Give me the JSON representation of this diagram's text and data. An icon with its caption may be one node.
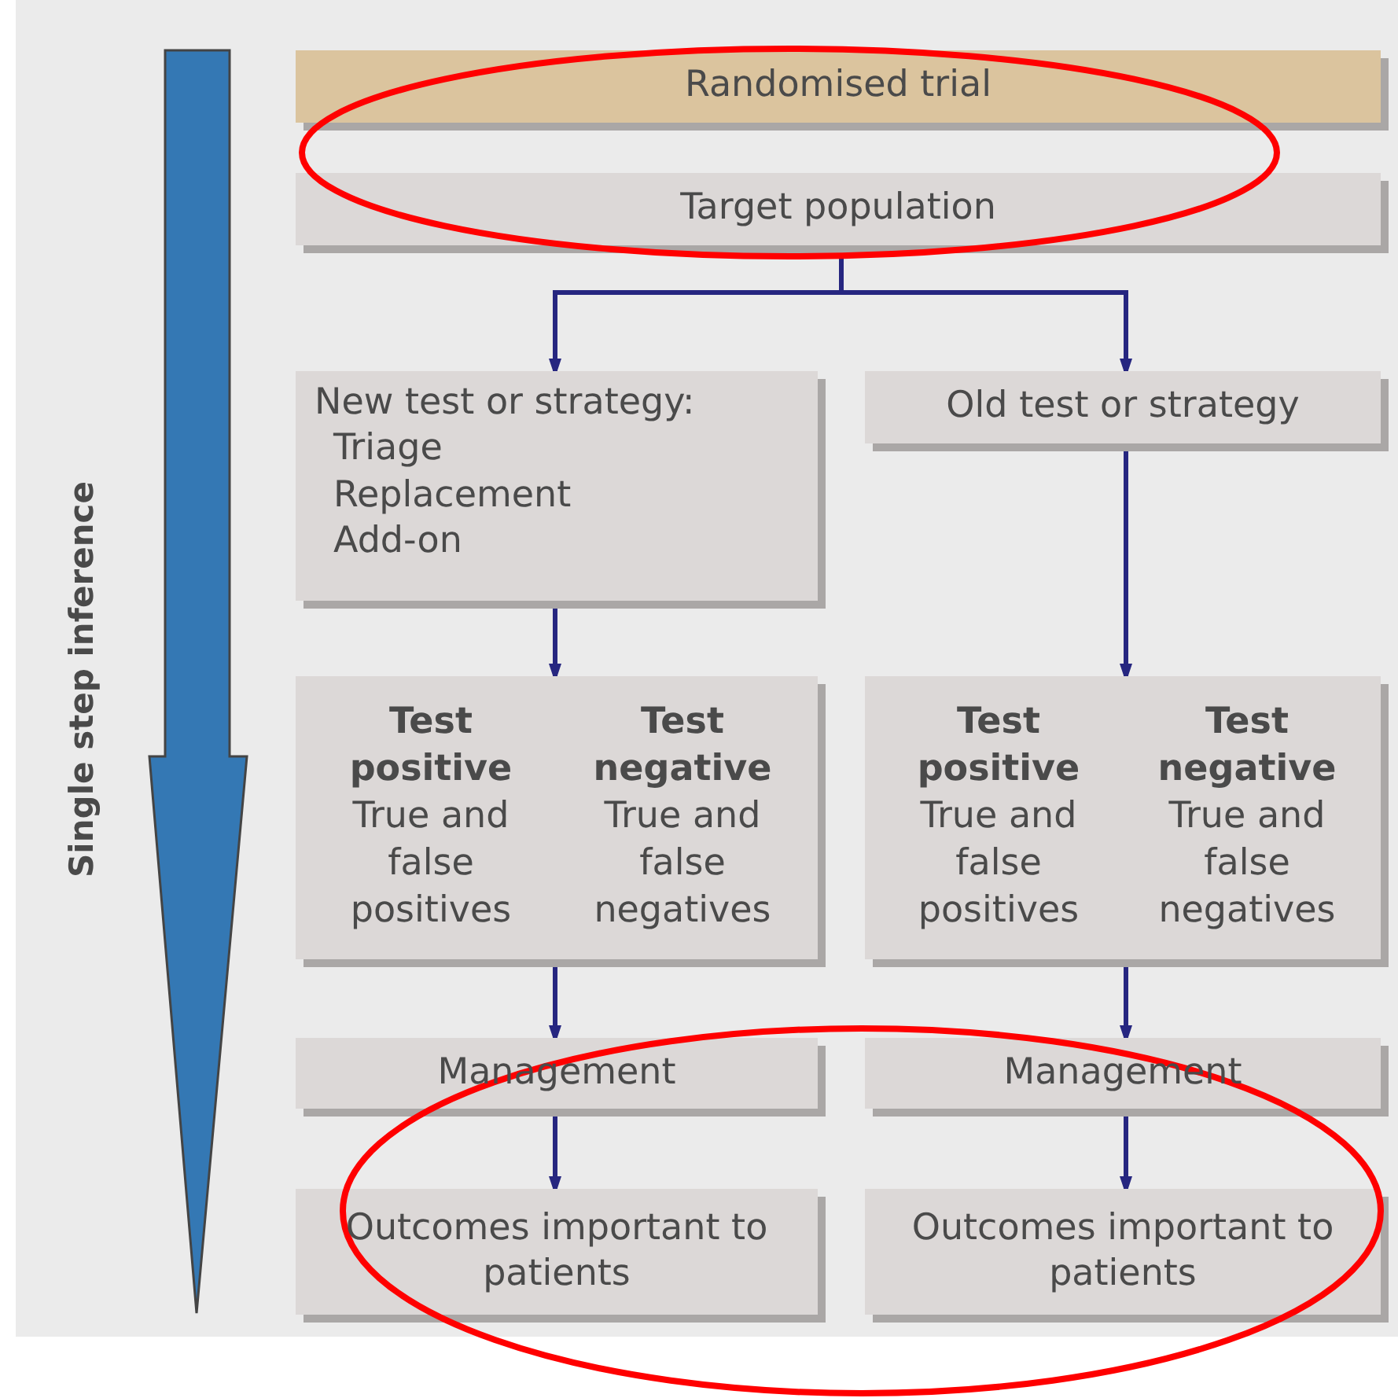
{
  "diagram": {
    "nodes": [
      {
        "text": [
          "Randomised trial"
        ]
      },
      {
        "text": [
          "Target population"
        ]
      },
      {
        "text": [
          "New test or strategy:",
          "Triage",
          "Replacement",
          "Add-on"
        ]
      },
      {
        "text": [
          "Old test or strategy"
        ]
      },
      {
        "text": [
          "Test positive",
          "True and false positives",
          "Test negative",
          "True and false negatives"
        ]
      },
      {
        "text": [
          "Test positive",
          "True and false positives",
          "Test negative",
          "True and false negatives"
        ]
      },
      {
        "text": [
          "Management"
        ]
      },
      {
        "text": [
          "Management"
        ]
      },
      {
        "text": [
          "Outcomes important to patients"
        ]
      },
      {
        "text": [
          "Outcomes important to patients"
        ]
      }
    ],
    "edges": [
      {
        "from": 1,
        "to": 2,
        "arrow": "to"
      },
      {
        "from": 1,
        "to": 3,
        "arrow": "to"
      },
      {
        "from": 2,
        "to": 4,
        "arrow": "to"
      },
      {
        "from": 3,
        "to": 5,
        "arrow": "to"
      },
      {
        "from": 4,
        "to": 6,
        "arrow": "to"
      },
      {
        "from": 5,
        "to": 7,
        "arrow": "to"
      },
      {
        "from": 6,
        "to": 8,
        "arrow": "to"
      },
      {
        "from": 7,
        "to": 9,
        "arrow": "to"
      }
    ],
    "labels": [
      "Single step inference"
    ]
  }
}
